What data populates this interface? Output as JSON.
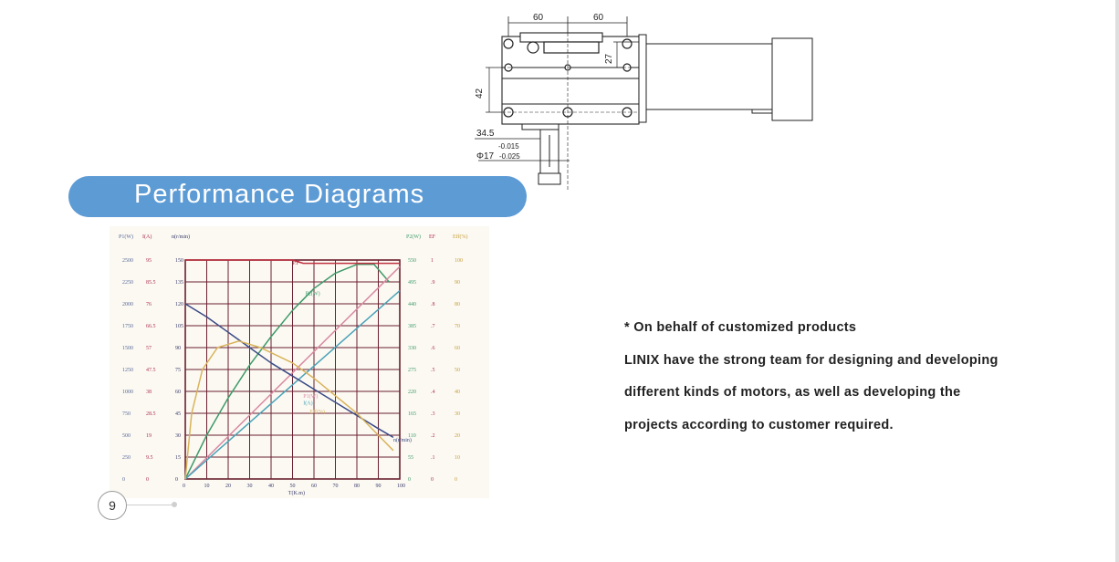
{
  "drawing": {
    "dims": {
      "top_left": "60",
      "top_right": "60",
      "offset": "27",
      "height": "42",
      "shaft_offset": "34.5",
      "tol_upper": "-0.015",
      "diameter": "Φ17",
      "tol_lower": "-0.025"
    }
  },
  "banner": {
    "title": "Performance Diagrams"
  },
  "chart_data": {
    "type": "line",
    "title": "",
    "xlabel": "T(K.m)",
    "x_ticks": [
      "0",
      "10",
      "20",
      "30",
      "40",
      "50",
      "60",
      "70",
      "80",
      "90",
      "100"
    ],
    "left_axes": [
      {
        "label": "P1(W)",
        "ticks": [
          "2500",
          "2250",
          "2000",
          "1750",
          "1500",
          "1250",
          "1000",
          "750",
          "500",
          "250",
          "0"
        ]
      },
      {
        "label": "I(A)",
        "ticks": [
          "95",
          "85.5",
          "76",
          "66.5",
          "57",
          "47.5",
          "38",
          "28.5",
          "19",
          "9.5",
          "0"
        ]
      },
      {
        "label": "n(r/min)",
        "ticks": [
          "150",
          "135",
          "120",
          "105",
          "90",
          "75",
          "60",
          "45",
          "30",
          "15",
          "0"
        ]
      }
    ],
    "right_axes": [
      {
        "label": "P2(W)",
        "ticks": [
          "550",
          "495",
          "440",
          "385",
          "330",
          "275",
          "220",
          "165",
          "110",
          "55",
          "0"
        ]
      },
      {
        "label": "EF",
        "ticks": [
          "1",
          ".9",
          ".8",
          ".7",
          ".6",
          ".5",
          ".4",
          ".3",
          ".2",
          ".1",
          "0"
        ]
      },
      {
        "label": "Eff(%)",
        "ticks": [
          "100",
          "90",
          "80",
          "70",
          "60",
          "50",
          "40",
          "30",
          "20",
          "10",
          "0"
        ]
      }
    ],
    "grid": true,
    "series": [
      {
        "name": "P2(W)",
        "color": "#3f9a6a",
        "x": [
          0,
          10,
          20,
          30,
          40,
          50,
          60,
          70,
          80,
          88,
          95
        ],
        "y_frac": [
          0,
          0.2,
          0.37,
          0.52,
          0.65,
          0.77,
          0.87,
          0.94,
          0.98,
          0.98,
          0.9
        ]
      },
      {
        "name": "P1(W)",
        "color": "#d98aa2",
        "x": [
          0,
          100
        ],
        "y_frac": [
          0,
          0.97
        ]
      },
      {
        "name": "I(A)",
        "color": "#4aa3b8",
        "x": [
          0,
          100
        ],
        "y_frac": [
          0,
          0.86
        ]
      },
      {
        "name": "n(r/min)",
        "color": "#3a4a86",
        "x": [
          0,
          10,
          20,
          30,
          40,
          50,
          60,
          70,
          80,
          90,
          97
        ],
        "y_frac": [
          0.8,
          0.74,
          0.67,
          0.6,
          0.53,
          0.47,
          0.41,
          0.35,
          0.29,
          0.23,
          0.19
        ]
      },
      {
        "name": "Eff(%)",
        "color": "#d9b35a",
        "x": [
          0,
          3,
          8,
          15,
          25,
          35,
          50,
          60,
          70,
          80,
          90,
          97
        ],
        "y_frac": [
          0.0,
          0.3,
          0.5,
          0.6,
          0.63,
          0.6,
          0.53,
          0.46,
          0.38,
          0.3,
          0.2,
          0.13
        ]
      },
      {
        "name": "P.F",
        "color": "#c03040",
        "x": [
          0,
          50,
          55,
          100
        ],
        "y_frac": [
          1.0,
          1.0,
          0.985,
          0.985
        ]
      }
    ]
  },
  "page": {
    "number": "9"
  },
  "text": {
    "line1": "* On behalf of customized products",
    "line2": "LINIX have the strong team for designing and developing",
    "line3": "different kinds of motors, as well as developing the",
    "line4": "projects according to customer required."
  }
}
